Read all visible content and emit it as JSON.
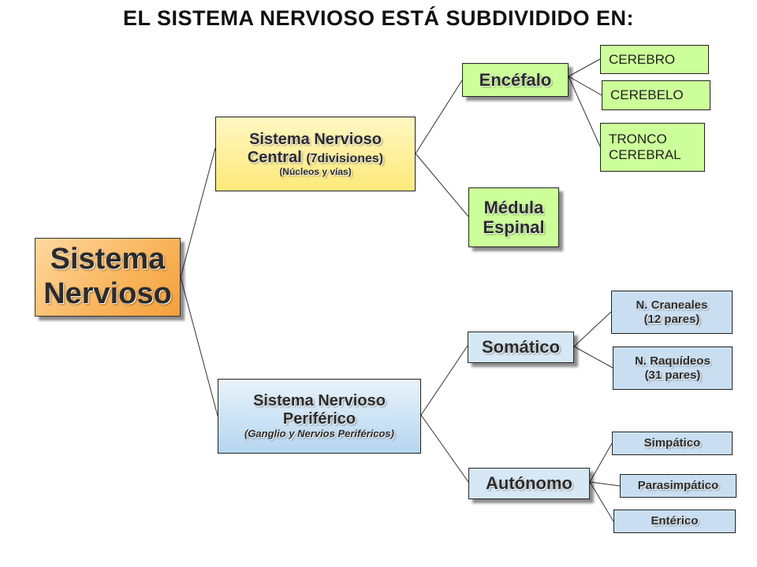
{
  "title": "EL SISTEMA NERVIOSO ESTÁ SUBDIVIDIDO EN:",
  "root": {
    "line1": "Sistema",
    "line2": "Nervioso"
  },
  "central": {
    "line1": "Sistema Nervioso",
    "line2_main": "Central",
    "line2_note": "(7divisiones)",
    "line3": "(Núcleos y vías)"
  },
  "periferico": {
    "line1": "Sistema Nervioso",
    "line2": "Periférico",
    "line3": "(Ganglio y Nervios Periféricos)"
  },
  "encefalo": "Encéfalo",
  "medula": {
    "line1": "Médula",
    "line2": "Espinal"
  },
  "cerebro": "CEREBRO",
  "cerebelo": "CEREBELO",
  "tronco": {
    "line1": "TRONCO",
    "line2": "CEREBRAL"
  },
  "somatico": "Somático",
  "autonomo": "Autónomo",
  "craneales": {
    "line1": "N. Craneales",
    "line2": "(12 pares)"
  },
  "raquideos": {
    "line1": "N. Raquídeos",
    "line2": "(31 pares)"
  },
  "simpatico": "Simpático",
  "parasimpatico": "Parasimpático",
  "enterico": "Entérico",
  "colors": {
    "root": "#f9b45a",
    "central": "#fde97a",
    "periferico": "#b5d6ef",
    "leaf": "#ccff99"
  }
}
